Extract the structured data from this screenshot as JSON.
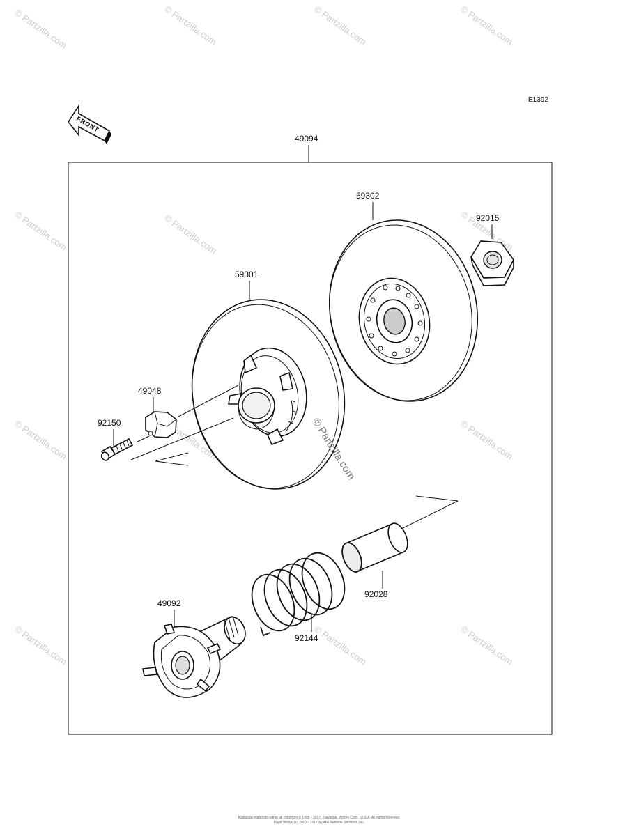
{
  "diagram": {
    "code": "E1392",
    "front_label": "FRONT",
    "assembly": "49094",
    "parts": {
      "p59302": "59302",
      "p92015": "92015",
      "p59301": "59301",
      "p49048": "49048",
      "p92150": "92150",
      "p92028": "92028",
      "p49092": "49092",
      "p92144": "92144"
    },
    "center_watermark": "© Partzilla.com",
    "watermark": "© Partzilla.com",
    "footer": {
      "line1": "Kawasaki materials within all copyright © 1995 - 2017, Kawasaki Motors Corp., U.S.A. All rights reserved.",
      "line2": "Page design (c) 2002 - 2017 by ARI Network Services, Inc."
    }
  }
}
